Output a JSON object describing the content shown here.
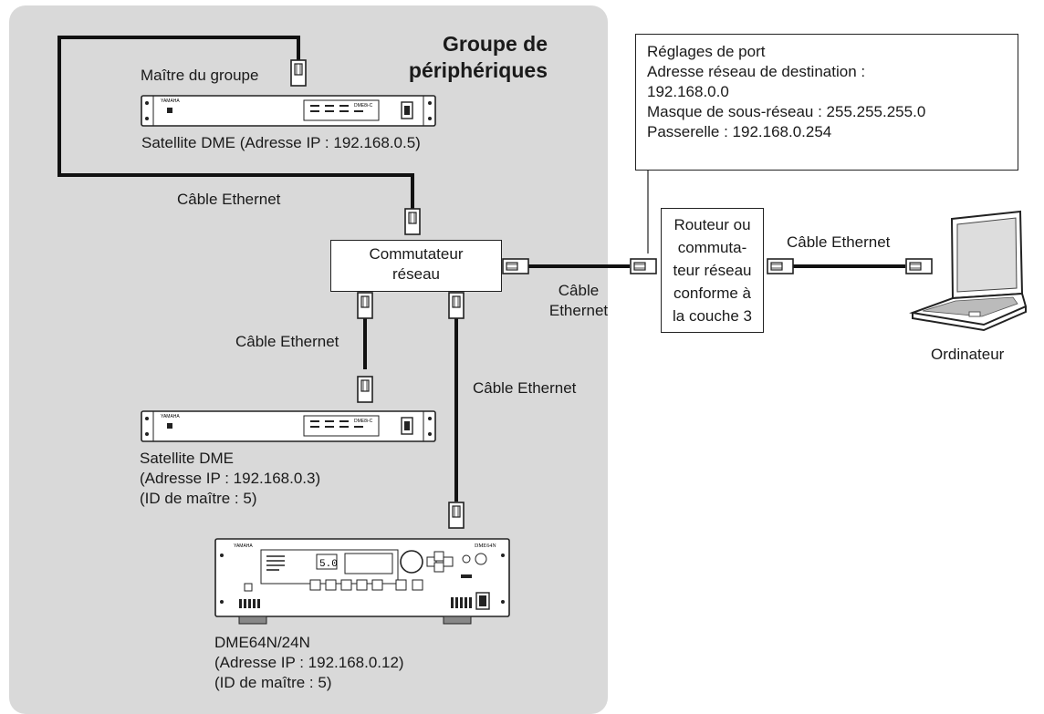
{
  "group": {
    "title_line1": "Groupe de",
    "title_line2": "périphériques"
  },
  "master_label": "Maître du groupe",
  "satellite1": {
    "caption": "Satellite DME (Adresse IP : 192.168.0.5)",
    "brand": "YAMAHA",
    "model": "DME8i-C"
  },
  "satellite2": {
    "caption_line1": "Satellite DME",
    "caption_line2": "(Adresse IP : 192.168.0.3)",
    "caption_line3": "(ID de maître : 5)",
    "brand": "YAMAHA",
    "model": "DME8i-C"
  },
  "dme64": {
    "caption_line1": "DME64N/24N",
    "caption_line2": "(Adresse IP : 192.168.0.12)",
    "caption_line3": "(ID de maître : 5)",
    "brand": "YAMAHA",
    "model": "DME64N",
    "display": "5.0"
  },
  "switch": {
    "line1": "Commutateur",
    "line2": "réseau"
  },
  "router": {
    "line1": "Routeur ou",
    "line2": "commuta-",
    "line3": "teur réseau",
    "line4": "conforme à",
    "line5": "la couche 3"
  },
  "port_settings": {
    "line1": "Réglages de port",
    "line2": "Adresse réseau de destination :",
    "line3": "192.168.0.0",
    "line4": "Masque de sous-réseau : 255.255.255.0",
    "line5": "Passerelle : 192.168.0.254"
  },
  "cables": {
    "top": "Câble Ethernet",
    "left": "Câble Ethernet",
    "right": "Câble Ethernet",
    "middle_line1": "Câble",
    "middle_line2": "Ethernet",
    "computer": "Câble Ethernet"
  },
  "computer_label": "Ordinateur"
}
